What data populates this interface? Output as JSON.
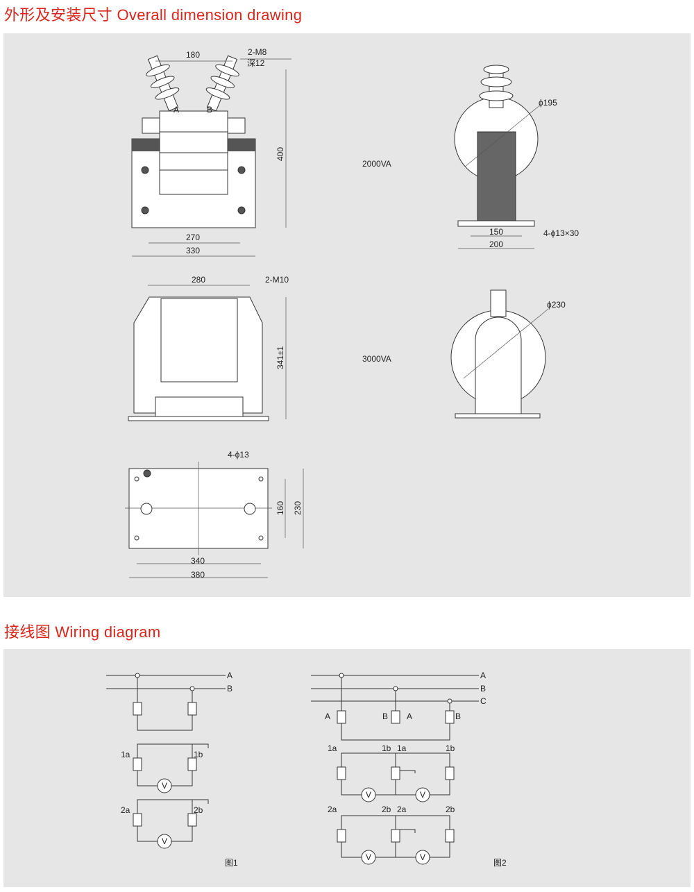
{
  "section1": {
    "title": "外形及安装尺寸 Overall dimension drawing"
  },
  "section2": {
    "title": "接线图 Wiring diagram"
  },
  "drawing": {
    "d1": {
      "w180": "180",
      "m8": "2-M8",
      "depth": "深12",
      "h400": "400",
      "w270": "270",
      "w330": "330",
      "a": "A",
      "b": "B"
    },
    "d2": {
      "label": "2000VA",
      "dia": "ϕ195",
      "w150": "150",
      "w200": "200",
      "holes": "4-ϕ13×30"
    },
    "d3": {
      "w280": "280",
      "m10": "2-M10",
      "h341": "341±1"
    },
    "d4": {
      "label": "3000VA",
      "dia": "ϕ230"
    },
    "d5": {
      "holes": "4-ϕ13",
      "h160": "160",
      "h230": "230",
      "w340": "340",
      "w380": "380"
    }
  },
  "wiring": {
    "fig1": {
      "caption": "图1",
      "A": "A",
      "B": "B",
      "s1a": "1a",
      "s1b": "1b",
      "s2a": "2a",
      "s2b": "2b",
      "v1": "V",
      "v2": "V"
    },
    "fig2": {
      "caption": "图2",
      "A": "A",
      "B": "B",
      "C": "C",
      "pA1": "A",
      "pB1": "B",
      "pA2": "A",
      "pB2": "B",
      "s1a": "1a",
      "s1b": "1b",
      "s1a2": "1a",
      "s1b2": "1b",
      "s2a": "2a",
      "s2b": "2b",
      "s2a2": "2a",
      "s2b2": "2b",
      "v1": "V",
      "v2": "V",
      "v3": "V",
      "v4": "V"
    }
  }
}
